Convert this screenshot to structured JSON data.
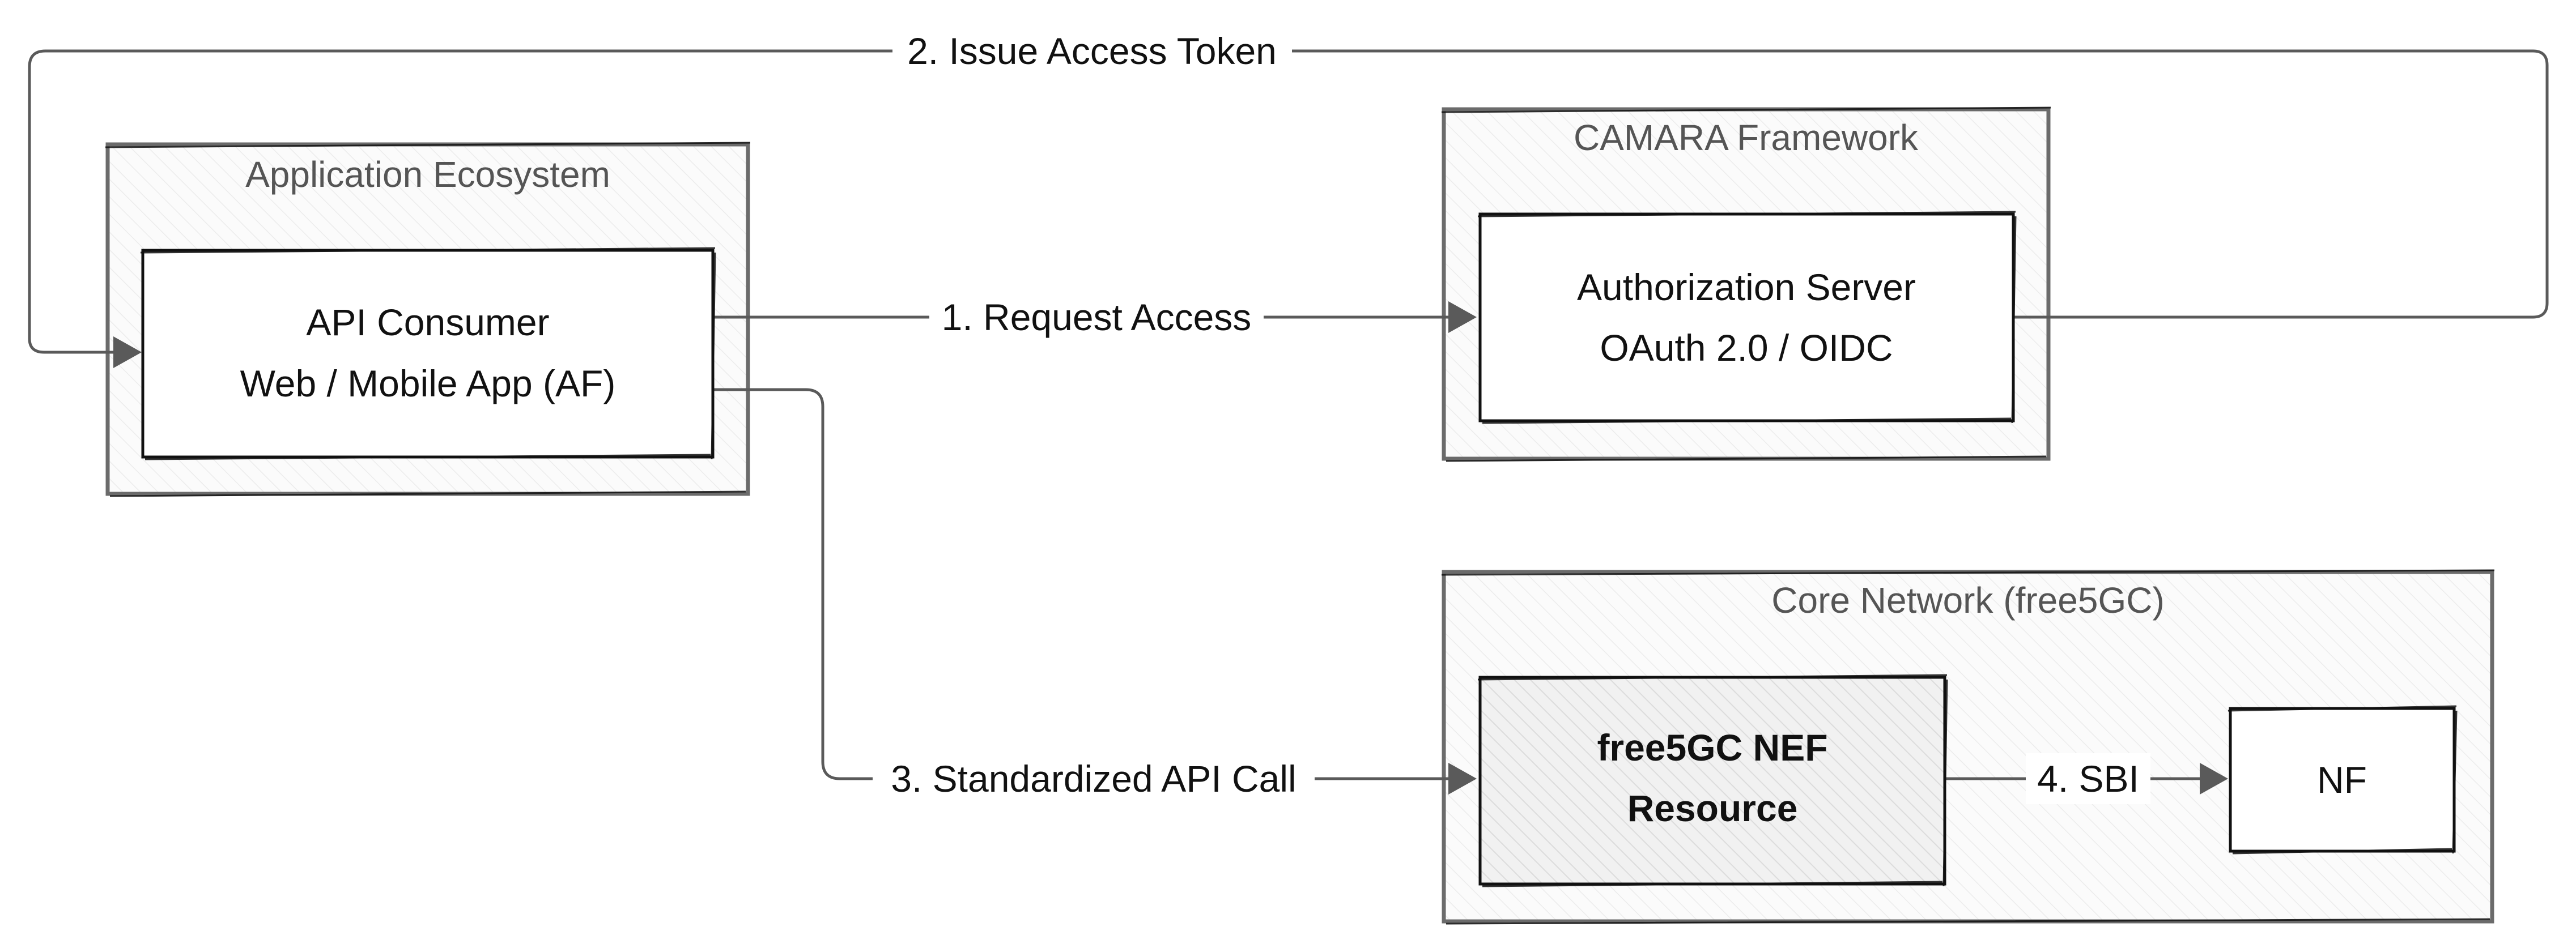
{
  "groups": {
    "app_ecosystem": "Application Ecosystem",
    "camara": "CAMARA Framework",
    "core": "Core Network (free5GC)"
  },
  "nodes": {
    "api_consumer": {
      "line1": "API Consumer",
      "line2": "Web / Mobile App (AF)"
    },
    "auth_server": {
      "line1": "Authorization Server",
      "line2": "OAuth 2.0 / OIDC"
    },
    "nef": {
      "line1": "free5GC NEF",
      "line2": "Resource"
    },
    "nf": {
      "line1": "NF"
    }
  },
  "edges": {
    "request_access": "1. Request Access",
    "issue_token": "2. Issue Access Token",
    "api_call": "3. Standardized API Call",
    "sbi": "4. SBI"
  },
  "colors": {
    "edge": "#5a5a5a",
    "group_border": "#6b6b6b",
    "node_border": "#111111"
  }
}
